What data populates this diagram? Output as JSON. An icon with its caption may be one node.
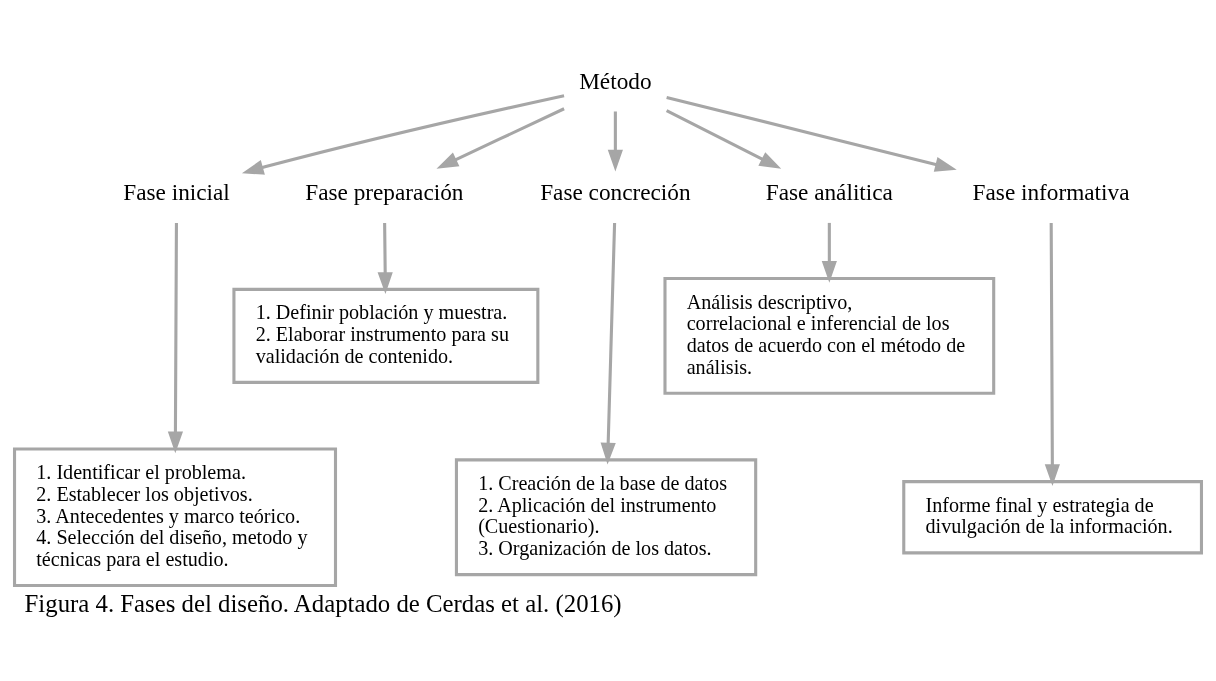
{
  "diagram": {
    "caption": "Figura 4. Fases del diseño. Adaptado de Cerdas et al. (2016)",
    "nodes": [
      {
        "text": [
          "Método"
        ]
      },
      {
        "text": [
          "Fase inicial"
        ]
      },
      {
        "text": [
          "Fase preparación"
        ]
      },
      {
        "text": [
          "Fase concreción"
        ]
      },
      {
        "text": [
          "Fase análitica"
        ]
      },
      {
        "text": [
          "Fase informativa"
        ]
      },
      {
        "text": [
          "1. Identificar el problema.",
          "2. Establecer los objetivos.",
          "3. Antecedentes y marco teórico.",
          "4. Selección del diseño, metodo y técnicas para el estudio."
        ]
      },
      {
        "text": [
          "1. Definir población y muestra.",
          "2. Elaborar instrumento para su validación de contenido."
        ]
      },
      {
        "text": [
          "1. Creación de la base de datos",
          "2. Aplicación del instrumento (Cuestionario).",
          "3. Organización de los datos."
        ]
      },
      {
        "text": [
          "Análisis descriptivo, correlacional e inferencial de los datos de acuerdo con el método de análisis."
        ]
      },
      {
        "text": [
          "Informe final y estrategia de divulgación de la información."
        ]
      }
    ],
    "edges": [
      {
        "from": 0,
        "to": 1,
        "arrow": "to"
      },
      {
        "from": 0,
        "to": 2,
        "arrow": "to"
      },
      {
        "from": 0,
        "to": 3,
        "arrow": "to"
      },
      {
        "from": 0,
        "to": 4,
        "arrow": "to"
      },
      {
        "from": 0,
        "to": 5,
        "arrow": "to"
      },
      {
        "from": 1,
        "to": 6,
        "arrow": "to"
      },
      {
        "from": 2,
        "to": 7,
        "arrow": "to"
      },
      {
        "from": 3,
        "to": 8,
        "arrow": "to"
      },
      {
        "from": 4,
        "to": 9,
        "arrow": "to"
      },
      {
        "from": 5,
        "to": 10,
        "arrow": "to"
      }
    ]
  }
}
